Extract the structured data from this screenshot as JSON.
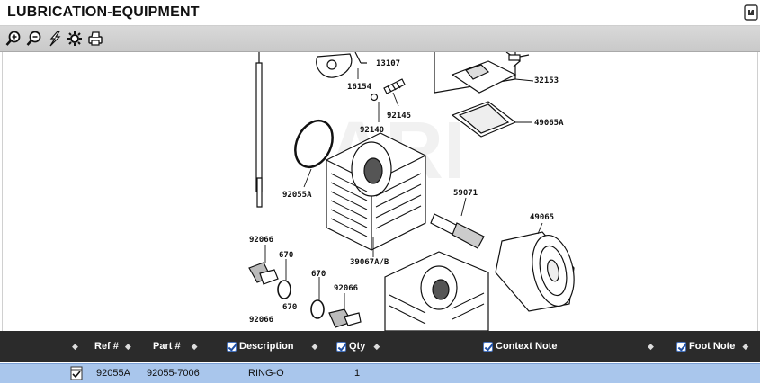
{
  "window": {
    "title": "LUBRICATION-EQUIPMENT"
  },
  "toolbar": {
    "buttons": [
      "zoom-in-icon",
      "zoom-out-icon",
      "reset-icon",
      "settings-icon",
      "print-icon"
    ]
  },
  "diagram": {
    "callouts": [
      "13107",
      "16154",
      "32153",
      "92145",
      "49065A",
      "92140",
      "92055A",
      "59071",
      "49065",
      "92066",
      "670",
      "670",
      "92066",
      "39067A/B",
      "670",
      "92066"
    ],
    "watermark": "ARI"
  },
  "grid": {
    "columns": {
      "ref": "Ref #",
      "part": "Part #",
      "description": "Description",
      "qty": "Qty",
      "context_note": "Context Note",
      "foot_note": "Foot Note"
    },
    "rows": [
      {
        "ref": "92055A",
        "part": "92055-7006",
        "description": "RING-O",
        "qty": "1"
      }
    ]
  },
  "colors": {
    "header_bg": "#2b2b2b",
    "selected_row": "#a9c6ec",
    "toolbar": "#d0d0d0"
  }
}
